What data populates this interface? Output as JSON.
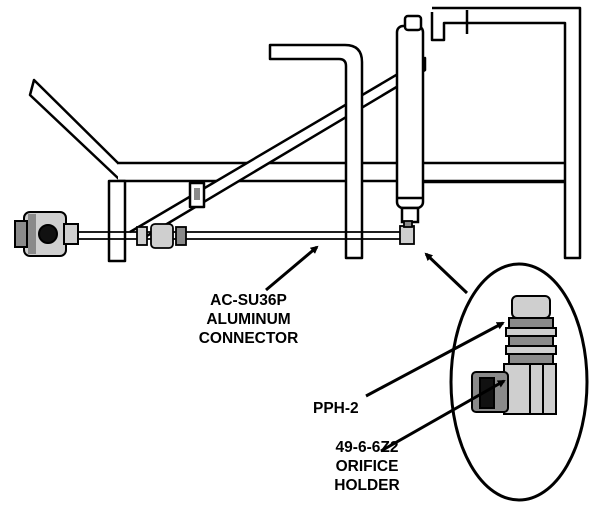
{
  "diagram": {
    "callouts": {
      "connector": [
        "AC-SU36P",
        "ALUMINUM",
        "CONNECTOR"
      ],
      "pph": "PPH-2",
      "orifice_holder": [
        "49-6-6Z2",
        "ORIFICE",
        "HOLDER"
      ]
    },
    "colors": {
      "line": "#000000",
      "shade": "#8a8a8a",
      "light_shade": "#cfcfcf",
      "background": "#ffffff"
    }
  }
}
